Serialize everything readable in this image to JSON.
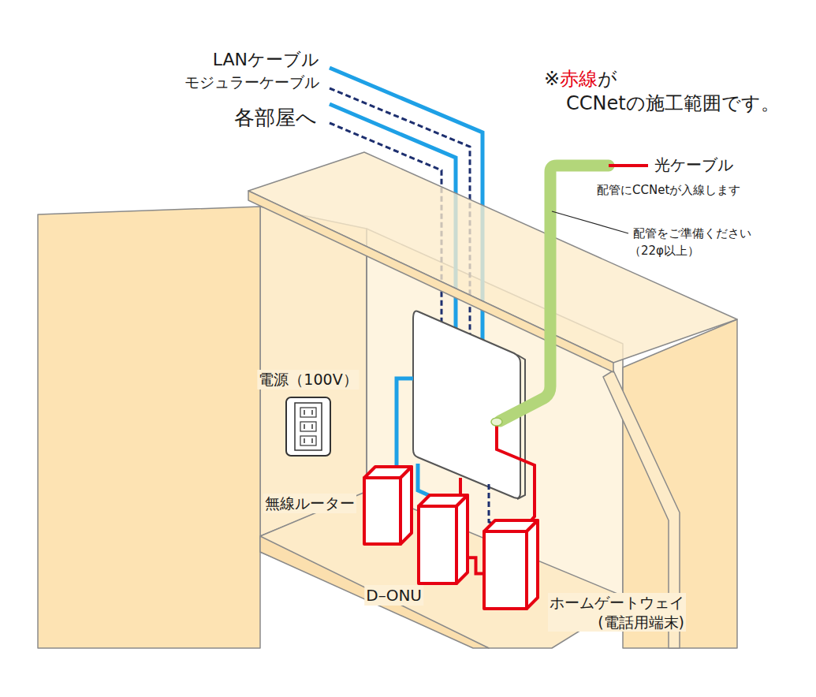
{
  "diagram": {
    "nodes": [
      {
        "text": [
          "電源（100V）"
        ]
      },
      {
        "text": [
          "無線ルーター"
        ]
      },
      {
        "text": [
          "D–ONU"
        ]
      },
      {
        "text": [
          "ホームゲートウェイ (電話用端末)"
        ]
      }
    ],
    "edges": [
      {
        "from": 2,
        "to": 3,
        "arrow": "none"
      }
    ],
    "labels": [
      "LANケーブル",
      "モジュラーケーブル",
      "各部屋へ",
      "※",
      "赤線",
      "が",
      "CCNetの施工範囲です。",
      "光ケーブル",
      "配管にCCNetが入線します",
      "配管をご準備ください",
      "（22φ以上）"
    ]
  }
}
